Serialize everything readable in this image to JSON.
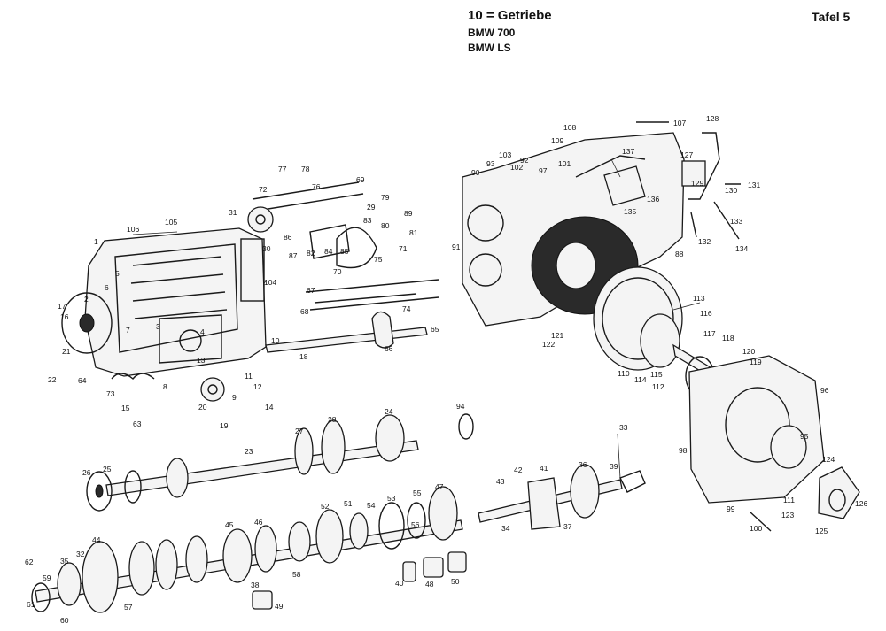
{
  "header": {
    "title": "10 = Getriebe",
    "models": [
      "BMW 700",
      "BMW LS"
    ],
    "plate": "Tafel 5"
  },
  "callouts": [
    "1",
    "2",
    "3",
    "4",
    "5",
    "6",
    "7",
    "8",
    "9",
    "10",
    "11",
    "12",
    "13",
    "14",
    "15",
    "16",
    "17",
    "18",
    "19",
    "20",
    "21",
    "22",
    "23",
    "24",
    "25",
    "26",
    "27",
    "28",
    "29",
    "30",
    "31",
    "32",
    "33",
    "34",
    "35",
    "36",
    "37",
    "38",
    "39",
    "40",
    "41",
    "42",
    "43",
    "44",
    "45",
    "46",
    "47",
    "48",
    "49",
    "50",
    "51",
    "52",
    "53",
    "54",
    "55",
    "56",
    "57",
    "58",
    "59",
    "60",
    "61",
    "62",
    "63",
    "64",
    "65",
    "66",
    "67",
    "68",
    "69",
    "70",
    "71",
    "72",
    "73",
    "74",
    "75",
    "76",
    "77",
    "78",
    "79",
    "80",
    "81",
    "82",
    "83",
    "84",
    "85",
    "86",
    "87",
    "88",
    "89",
    "90",
    "91",
    "92",
    "93",
    "94",
    "95",
    "96",
    "97",
    "98",
    "99",
    "100",
    "101",
    "102",
    "103",
    "104",
    "105",
    "106",
    "107",
    "108",
    "109",
    "110",
    "111",
    "112",
    "113",
    "114",
    "115",
    "116",
    "117",
    "118",
    "119",
    "120",
    "121",
    "122",
    "123",
    "124",
    "125",
    "126",
    "127",
    "128",
    "129",
    "130",
    "131",
    "132",
    "133",
    "134",
    "135",
    "136",
    "137"
  ]
}
